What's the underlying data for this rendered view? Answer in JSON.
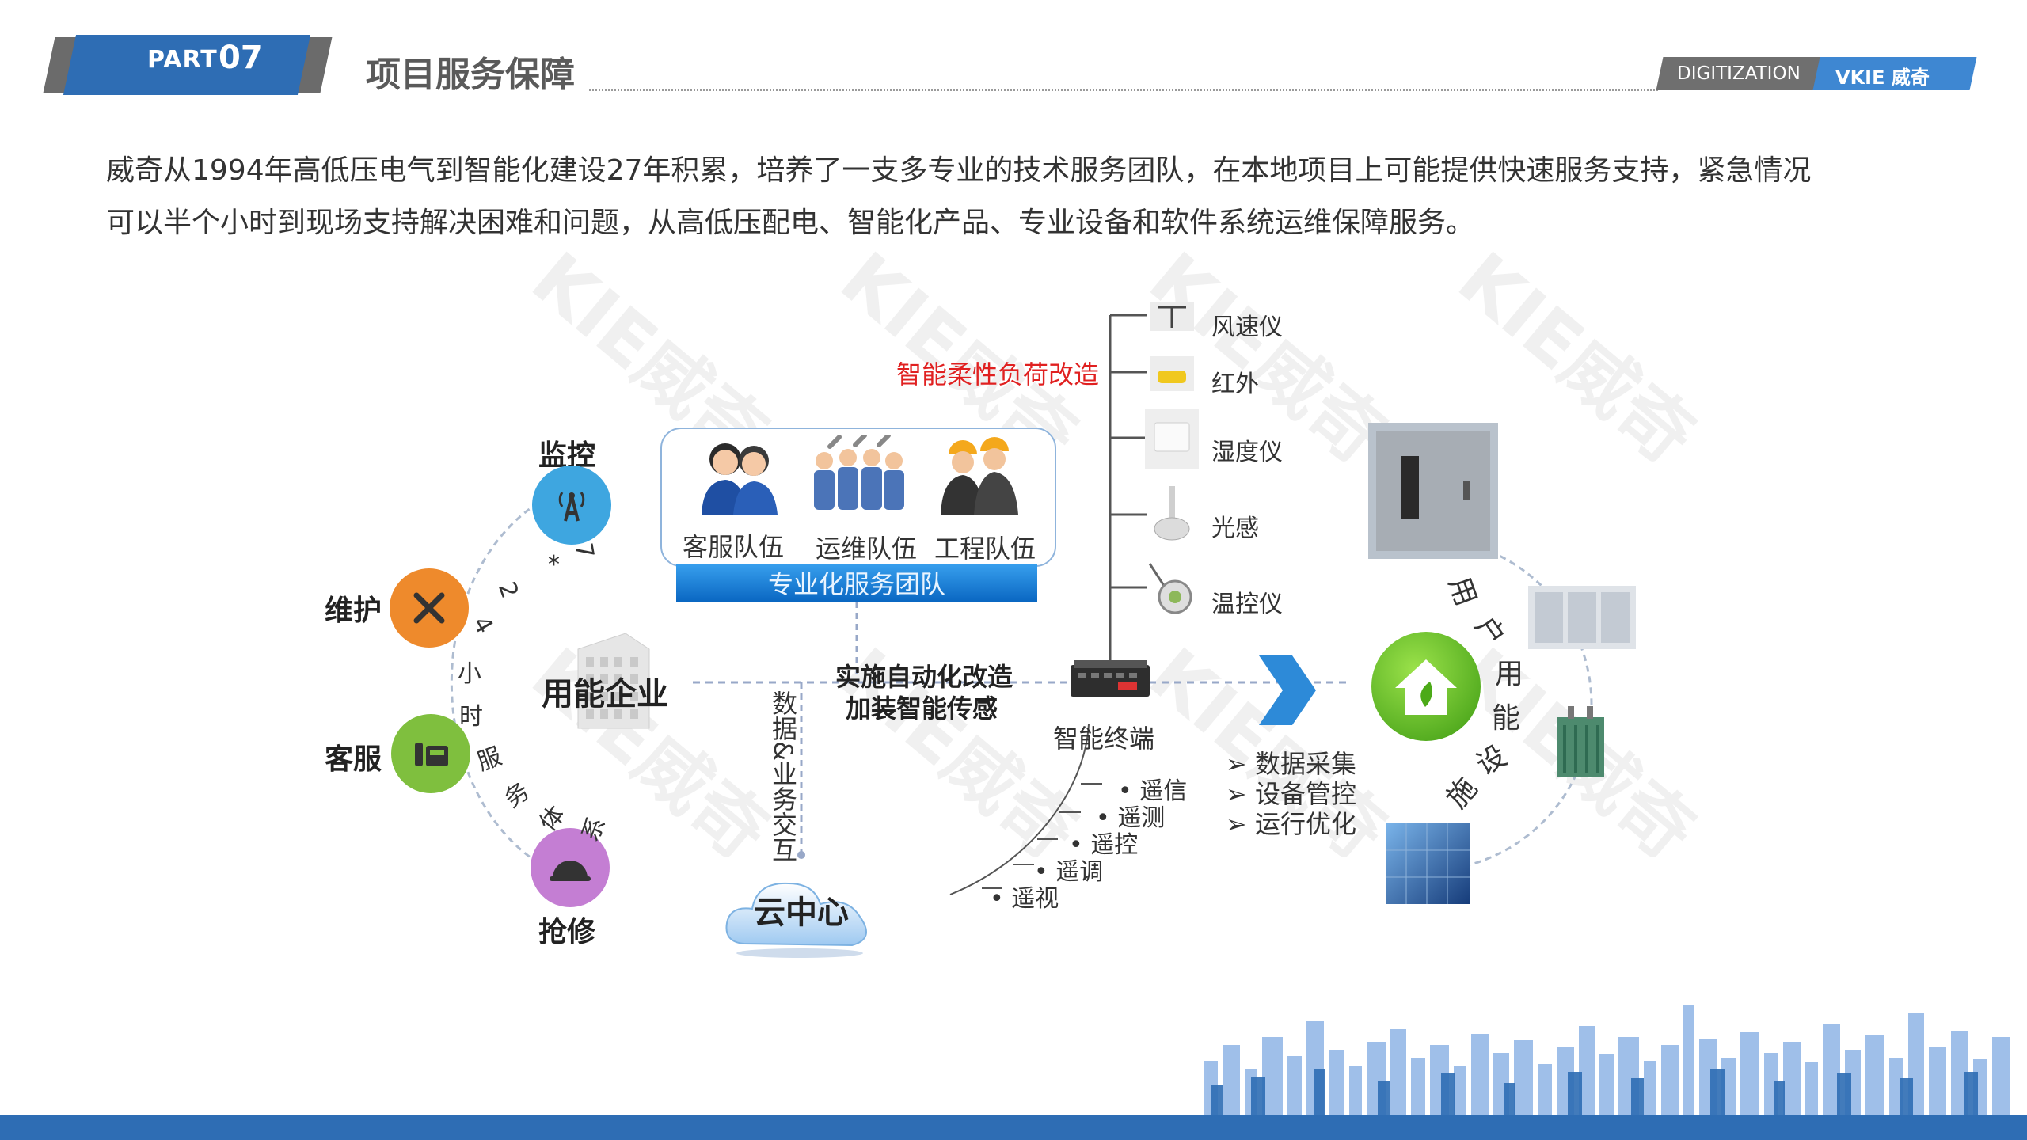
{
  "header": {
    "part_label": "PART",
    "part_number": "07",
    "title": "项目服务保障",
    "digitization": "DIGITIZATION",
    "brand": "VKIE 威奇"
  },
  "intro": {
    "line1": "威奇从1994年高低压电气到智能化建设27年积累，培养了一支多专业的技术服务团队，在本地项目上可能提供快速服务支持，紧急情况",
    "line2": "可以半个小时到现场支持解决困难和问题，从高低压配电、智能化产品、专业设备和软件系统运维保障服务。"
  },
  "watermark": "KIE威奇",
  "service_ring": {
    "items": [
      {
        "label": "监控",
        "icon": "signal-tower-icon",
        "color": "#3ea6e0"
      },
      {
        "label": "维护",
        "icon": "tools-icon",
        "color": "#ee8a2c"
      },
      {
        "label": "客服",
        "icon": "telephone-icon",
        "color": "#7fbf3e"
      },
      {
        "label": "抢修",
        "icon": "helmet-icon",
        "color": "#c47ed3"
      }
    ],
    "arc_text": [
      "7",
      "*",
      "2",
      "4",
      "小",
      "时",
      "服",
      "务",
      "体",
      "系"
    ]
  },
  "enterprise_label": "用能企业",
  "teams": {
    "members": [
      "客服队伍",
      "运维队伍",
      "工程队伍"
    ],
    "banner": "专业化服务团队"
  },
  "automation": {
    "line1": "实施自动化改造",
    "line2": "加装智能传感"
  },
  "data_exchange": "数据&业务交互",
  "cloud": "云中心",
  "terminal": "智能终端",
  "flex_load": "智能柔性负荷改造",
  "sensors": [
    "风速仪",
    "红外",
    "湿度仪",
    "光感",
    "温控仪"
  ],
  "telemetry": [
    "遥信",
    "遥测",
    "遥控",
    "遥调",
    "遥视"
  ],
  "functions": [
    "数据采集",
    "设备管控",
    "运行优化"
  ],
  "facility_arc": [
    "用",
    "户",
    "用",
    "能",
    "设",
    "施"
  ],
  "colors": {
    "brand_blue": "#2e6db4",
    "accent_red": "#e02020",
    "banner_blue": "#1a7ed6"
  }
}
